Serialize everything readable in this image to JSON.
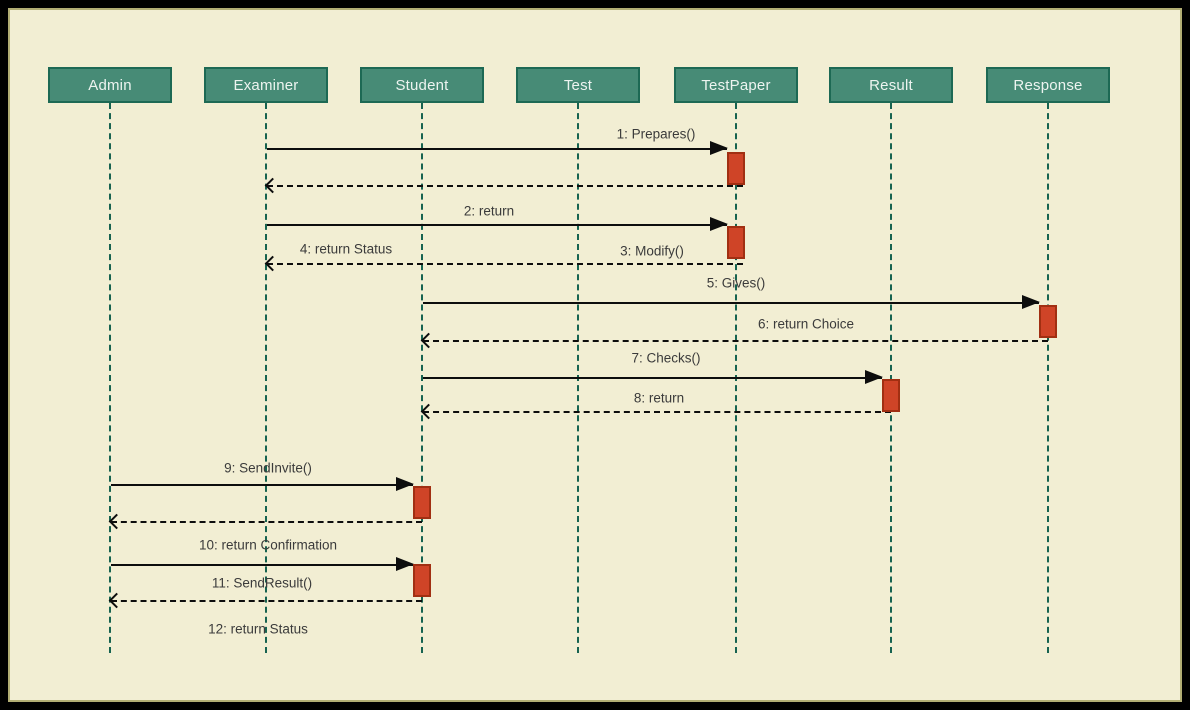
{
  "diagram": {
    "type": "uml-sequence-diagram",
    "colors": {
      "background": "#f2eed3",
      "outer_frame": "#000000",
      "inner_border": "#b2ae74",
      "actor_fill": "#478b76",
      "actor_border": "#1d6954",
      "actor_text": "#edf4f0",
      "lifeline": "#176350",
      "activation_fill": "#cf4427",
      "activation_border": "#a12f12",
      "message_line": "#0d0d0d",
      "message_text": "#3b3b3b"
    }
  },
  "actors": [
    {
      "label": "Admin"
    },
    {
      "label": "Examiner"
    },
    {
      "label": "Student"
    },
    {
      "label": "Test"
    },
    {
      "label": "TestPaper"
    },
    {
      "label": "Result"
    },
    {
      "label": "Response"
    }
  ],
  "messages": [
    {
      "label": "1: Prepares()",
      "from": "Examiner",
      "to": "TestPaper",
      "kind": "call"
    },
    {
      "label": "2: return",
      "from": "Examiner",
      "to": "TestPaper",
      "kind": "call"
    },
    {
      "label": "3: Modify()",
      "from": "TestPaper",
      "to": "Examiner",
      "kind": "return"
    },
    {
      "label": "4: return Status",
      "from": "TestPaper",
      "to": "Examiner",
      "kind": "return"
    },
    {
      "label": "5: Gives()",
      "from": "Student",
      "to": "Response",
      "kind": "call"
    },
    {
      "label": "6: return Choice",
      "from": "Response",
      "to": "Student",
      "kind": "return"
    },
    {
      "label": "7: Checks()",
      "from": "Student",
      "to": "Result",
      "kind": "call"
    },
    {
      "label": "8: return",
      "from": "Result",
      "to": "Student",
      "kind": "return"
    },
    {
      "label": "9: SendInvite()",
      "from": "Admin",
      "to": "Student",
      "kind": "call"
    },
    {
      "label": "10: return Confirmation",
      "from": "Student",
      "to": "Admin",
      "kind": "return"
    },
    {
      "label": "11: SendResult()",
      "from": "Admin",
      "to": "Student",
      "kind": "call"
    },
    {
      "label": "12: return Status",
      "from": "Student",
      "to": "Admin",
      "kind": "return"
    }
  ]
}
